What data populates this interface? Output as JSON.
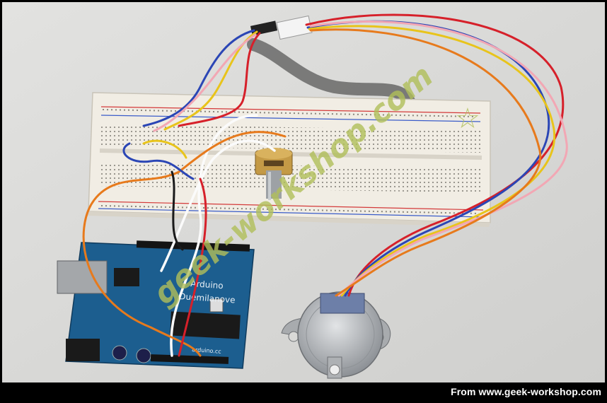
{
  "caption": "From www.geek-workshop.com",
  "watermark": "geek-workshop.com",
  "board": {
    "brand": "Arduino",
    "model": "Duemilanove",
    "url": "arduino.cc"
  },
  "colors": {
    "background": "#d9d9d7",
    "breadboard": "#f1ede4",
    "board": "#1c5e8f",
    "motor": "#b9bcc0",
    "watermark": "#b1bf5a",
    "wire_red": "#d6202a",
    "wire_blue": "#2b46b5",
    "wire_yellow": "#e8c41b",
    "wire_orange": "#e77a1c",
    "wire_pink": "#f2a7b4",
    "wire_white": "#fbfbfb",
    "wire_black": "#1a1a1a"
  }
}
